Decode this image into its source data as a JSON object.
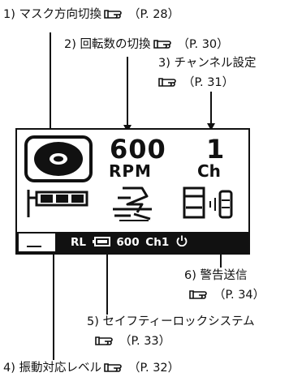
{
  "callouts": {
    "mask_direction": {
      "label": "1) マスク方向切換",
      "page": "（P. 28）"
    },
    "rotation_speed": {
      "label": "2) 回転数の切換",
      "page": "（P. 30）"
    },
    "channel": {
      "label": "3) チャンネル設定",
      "page": "（P. 31）"
    },
    "warning": {
      "label": "6) 警告送信",
      "page": "（P. 34）"
    },
    "safety_lock": {
      "label": "5) セイフティーロックシステム",
      "page": "（P. 33）"
    },
    "vibration": {
      "label": "4) 振動対応レベル",
      "page": "（P. 32）"
    }
  },
  "display": {
    "rpm_value": "600",
    "rpm_unit": "RPM",
    "channel_value": "1",
    "channel_unit": "Ch",
    "vibration_level_bars": 3,
    "status": {
      "mode": "RL",
      "rpm": "600",
      "channel": "Ch1"
    }
  },
  "icons": {
    "reference": "pointing-hand-icon",
    "mask": "mask-direction-icon",
    "vibration": "vibration-level-icon",
    "safety_lock": "safety-lock-icon",
    "warning": "warning-transmit-icon",
    "power": "power-icon"
  },
  "colors": {
    "ink": "#111111",
    "background": "#ffffff"
  }
}
